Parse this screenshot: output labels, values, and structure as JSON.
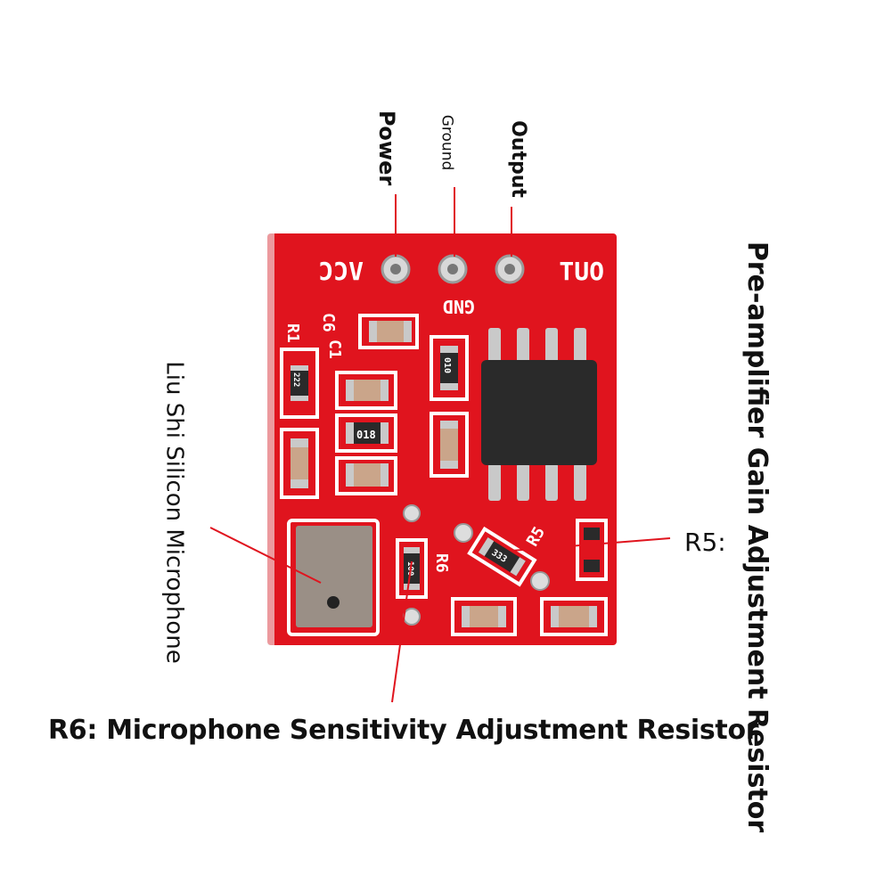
{
  "annotations": {
    "power": "Power",
    "ground": "Ground",
    "output": "Output",
    "preamp_gain": "Pre-amplifier Gain Adjustment Resistor",
    "microphone": "Liu Shi Silicon Microphone",
    "r5": "R5:",
    "r6": "R6: Microphone Sensitivity Adjustment Resistor"
  },
  "board": {
    "pin_vcc": "VCC",
    "pin_gnd": "GND",
    "pin_out": "OUT",
    "silk_r1": "R1",
    "silk_c1": "C1",
    "silk_c6": "C6",
    "silk_r6": "R6",
    "silk_r5": "R5",
    "smd_222": "222",
    "smd_010": "010",
    "smd_018": "018",
    "smd_100": "100",
    "smd_333": "333",
    "board_color": "#e0141e",
    "chip_color": "#2a2a2a"
  }
}
